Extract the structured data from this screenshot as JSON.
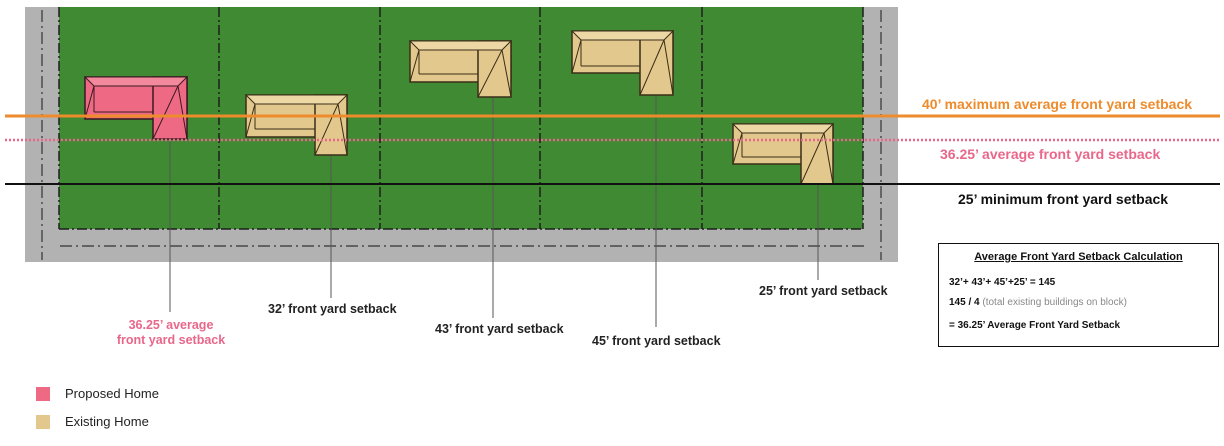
{
  "colors": {
    "lot_green": "#3f8a32",
    "street_gray": "#b2b2b2",
    "proposed": "#ee6a84",
    "existing": "#e2c88d",
    "max_line": "#ee8b2c",
    "avg_line": "#e8678a",
    "min_line": "#111111"
  },
  "setback_lines": {
    "maximum": "40’ maximum average front yard setback",
    "average": "36.25’ average front yard setback",
    "minimum": "25’ minimum front yard setback"
  },
  "callouts": {
    "proposed_line1": "36.25’ average",
    "proposed_line2": "front yard setback",
    "lot2": "32’ front yard setback",
    "lot3": "43’ front yard setback",
    "lot4": "45’ front yard setback",
    "lot5": "25’ front yard setback"
  },
  "calculation": {
    "title": "Average Front Yard Setback Calculation",
    "line1": "32’+ 43’+ 45’+25’ = 145",
    "line2_main": "145 / 4",
    "line2_note": "(total existing buildings on block)",
    "line3": "= 36.25’ Average Front Yard Setback"
  },
  "legend": {
    "proposed": "Proposed Home",
    "existing": "Existing Home"
  }
}
